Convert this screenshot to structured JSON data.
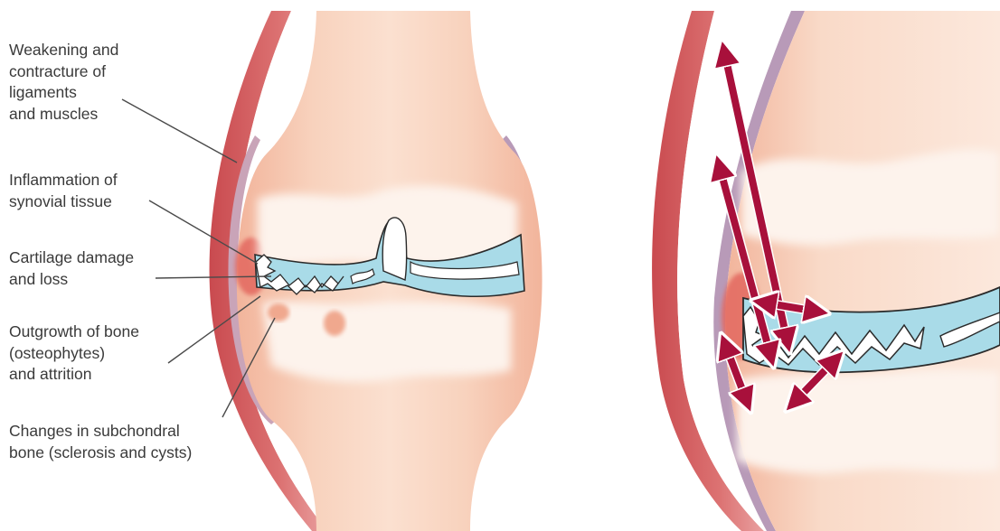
{
  "labels": {
    "ligaments": "Weakening and\ncontracture of\nligaments\nand muscles",
    "synovial": "Inflammation of\nsynovial tissue",
    "cartilage": "Cartilage damage\nand loss",
    "osteophytes": "Outgrowth of bone\n(osteophytes)\nand attrition",
    "subchondral": "Changes in subchondral\nbone (sclerosis and cysts)"
  },
  "colors": {
    "bone": "#f7cdb4",
    "bone_light": "#fdeee3",
    "cartilage": "#a9dbe8",
    "muscle": "#d65f5f",
    "synovium": "#b89ab8",
    "arrow": "#a8103b",
    "leader": "#4a4a4a"
  }
}
